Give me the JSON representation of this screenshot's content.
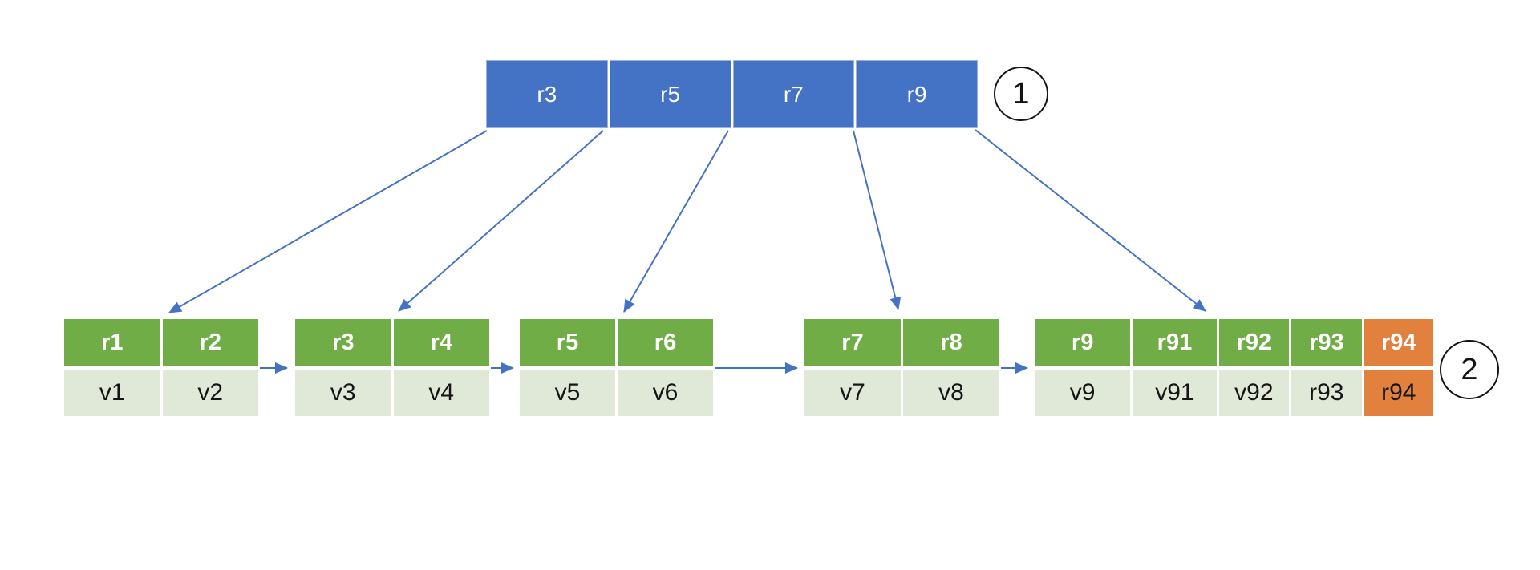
{
  "colors": {
    "node_blue": "#4472C4",
    "node_border": "#9BB0DE",
    "leaf_green": "#70AD47",
    "leaf_light": "#E0E9D8",
    "highlight_orange": "#E2813D",
    "arrow_blue": "#4472C4"
  },
  "root_node": {
    "keys": [
      "r3",
      "r5",
      "r7",
      "r9"
    ]
  },
  "leaf_groups": [
    {
      "headers": [
        "r1",
        "r2"
      ],
      "values": [
        "v1",
        "v2"
      ]
    },
    {
      "headers": [
        "r3",
        "r4"
      ],
      "values": [
        "v3",
        "v4"
      ]
    },
    {
      "headers": [
        "r5",
        "r6"
      ],
      "values": [
        "v5",
        "v6"
      ]
    },
    {
      "headers": [
        "r7",
        "r8"
      ],
      "values": [
        "v7",
        "v8"
      ]
    },
    {
      "headers": [
        "r9",
        "r91",
        "r92",
        "r93",
        "r94"
      ],
      "values": [
        "v9",
        "v91",
        "v92",
        "r93",
        "r94"
      ],
      "highlight_last": true
    }
  ],
  "badges": [
    {
      "label": "1"
    },
    {
      "label": "2"
    }
  ]
}
